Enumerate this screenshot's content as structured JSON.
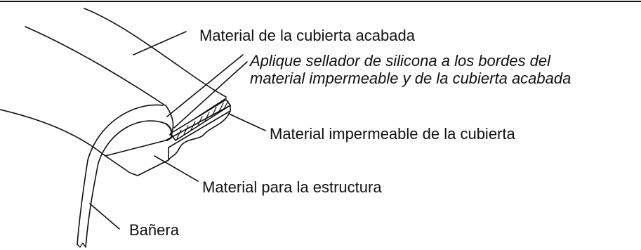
{
  "labels": {
    "finished_surface": "Material de la cubierta acabada",
    "sealant_line1": "Aplique sellador de silicona a los bordes del",
    "sealant_line2": "material impermeable y de la cubierta acabada",
    "waterproof": "Material impermeable de la cubierta",
    "structure": "Material para la estructura",
    "tub": "Bañera"
  }
}
